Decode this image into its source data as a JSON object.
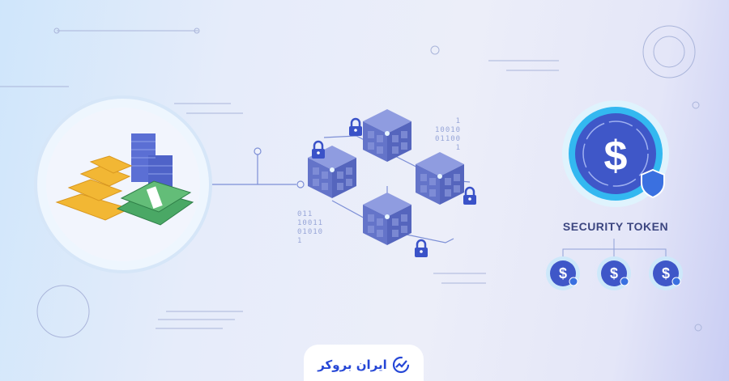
{
  "illustration": {
    "binary_right": [
      "    1",
      "10010",
      "01100",
      "    1"
    ],
    "binary_left": [
      "011",
      "10011",
      "01010",
      "1"
    ],
    "token_label": "SECURITY TOKEN",
    "icons": [
      "gold-bars-icon",
      "cash-stack-icon",
      "coin-stack-icon",
      "blockchain-cube-icon",
      "lock-icon",
      "dollar-coin-icon",
      "shield-icon"
    ],
    "colors": {
      "accent": "#3f57c8",
      "cube": "#6f7fd0",
      "coin_ring": "#33b8f0",
      "gold": "#f2b734",
      "cash": "#4aa865"
    }
  },
  "logo": {
    "text": "ایران بروکر",
    "icon": "growth-chart-icon"
  }
}
